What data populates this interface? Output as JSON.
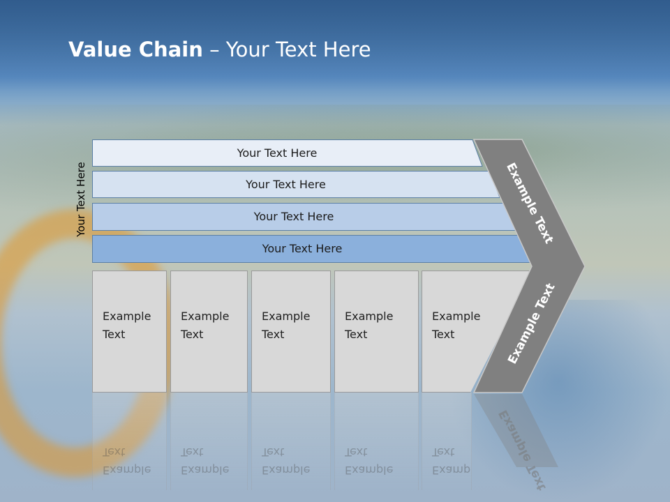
{
  "title": {
    "bold": "Value Chain",
    "rest": " – Your Text Here"
  },
  "vertical_label": "Your Text Here",
  "bars": [
    {
      "label": "Your Text Here",
      "fill": "#e8eef7"
    },
    {
      "label": "Your Text Here",
      "fill": "#d6e2f1"
    },
    {
      "label": "Your Text Here",
      "fill": "#b8cde8"
    },
    {
      "label": "Your Text Here",
      "fill": "#8bb0dc"
    }
  ],
  "boxes": [
    {
      "line1": "Example",
      "line2": "Text"
    },
    {
      "line1": "Example",
      "line2": "Text"
    },
    {
      "line1": "Example",
      "line2": "Text"
    },
    {
      "line1": "Example",
      "line2": "Text"
    },
    {
      "line1": "Example",
      "line2": "Text"
    }
  ],
  "chevron": {
    "upper_label": "Example Text",
    "lower_label": "Example Text",
    "color": "#808080"
  }
}
